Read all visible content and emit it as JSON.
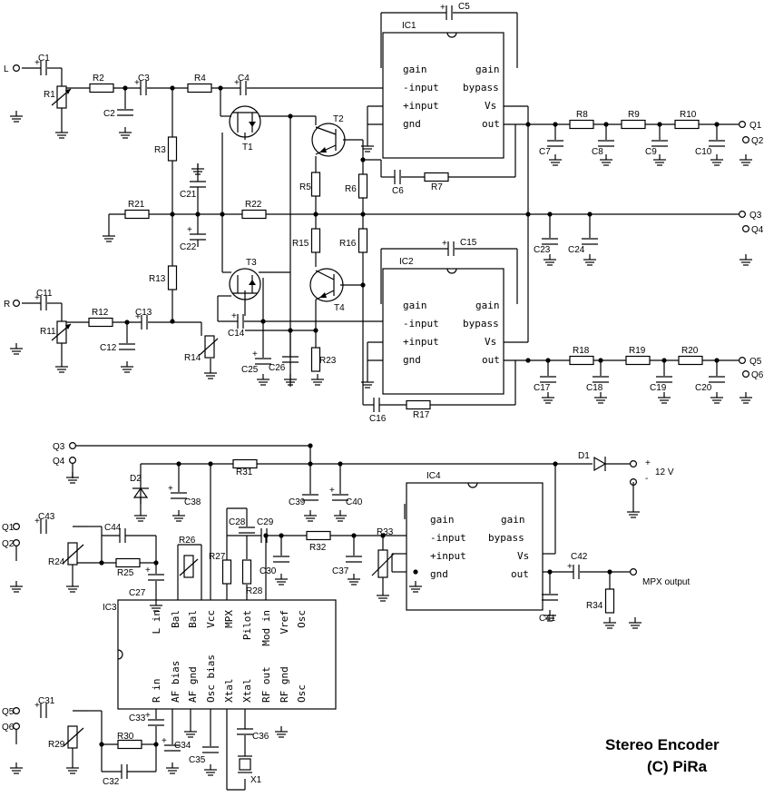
{
  "title": "Stereo Encoder",
  "copyright": "(C) PiRa",
  "supply_label": "12 V",
  "supply_plus": "+",
  "supply_minus": "-",
  "mpx_label": "MPX output",
  "terminals": {
    "L": "L",
    "R": "R",
    "Q1": "Q1",
    "Q2": "Q2",
    "Q3": "Q3",
    "Q4": "Q4",
    "Q5": "Q5",
    "Q6": "Q6"
  },
  "ics": {
    "IC1": {
      "name": "IC1",
      "pins": [
        "gain",
        "-input",
        "+input",
        "gnd",
        "gain",
        "bypass",
        "Vs",
        "out"
      ]
    },
    "IC2": {
      "name": "IC2",
      "pins": [
        "gain",
        "-input",
        "+input",
        "gnd",
        "gain",
        "bypass",
        "Vs",
        "out"
      ]
    },
    "IC4": {
      "name": "IC4",
      "pins": [
        "gain",
        "-input",
        "+input",
        "gnd",
        "gain",
        "bypass",
        "Vs",
        "out"
      ]
    },
    "IC3": {
      "name": "IC3",
      "top_pins": [
        "L in",
        "Bal",
        "Bal",
        "Vcc",
        "MPX",
        "Pilot",
        "Mod in",
        "Vref",
        "Osc"
      ],
      "bottom_pins": [
        "R in",
        "AF bias",
        "AF gnd",
        "Osc bias",
        "Xtal",
        "Xtal",
        "RF out",
        "RF gnd",
        "Osc"
      ]
    }
  },
  "resistors": [
    "R1",
    "R2",
    "R3",
    "R4",
    "R5",
    "R6",
    "R7",
    "R8",
    "R9",
    "R10",
    "R11",
    "R12",
    "R13",
    "R14",
    "R15",
    "R16",
    "R17",
    "R18",
    "R19",
    "R20",
    "R21",
    "R22",
    "R23",
    "R24",
    "R25",
    "R26",
    "R27",
    "R28",
    "R29",
    "R30",
    "R31",
    "R32",
    "R33",
    "R34"
  ],
  "capacitors": [
    "C1",
    "C2",
    "C3",
    "C4",
    "C5",
    "C6",
    "C7",
    "C8",
    "C9",
    "C10",
    "C11",
    "C12",
    "C13",
    "C14",
    "C15",
    "C16",
    "C17",
    "C18",
    "C19",
    "C20",
    "C21",
    "C22",
    "C23",
    "C24",
    "C25",
    "C26",
    "C27",
    "C28",
    "C29",
    "C30",
    "C31",
    "C32",
    "C33",
    "C34",
    "C35",
    "C36",
    "C37",
    "C38",
    "C39",
    "C40",
    "C41",
    "C42",
    "C43",
    "C44"
  ],
  "transistors": [
    "T1",
    "T2",
    "T3",
    "T4"
  ],
  "diodes": [
    "D1",
    "D2"
  ],
  "crystal": "X1"
}
